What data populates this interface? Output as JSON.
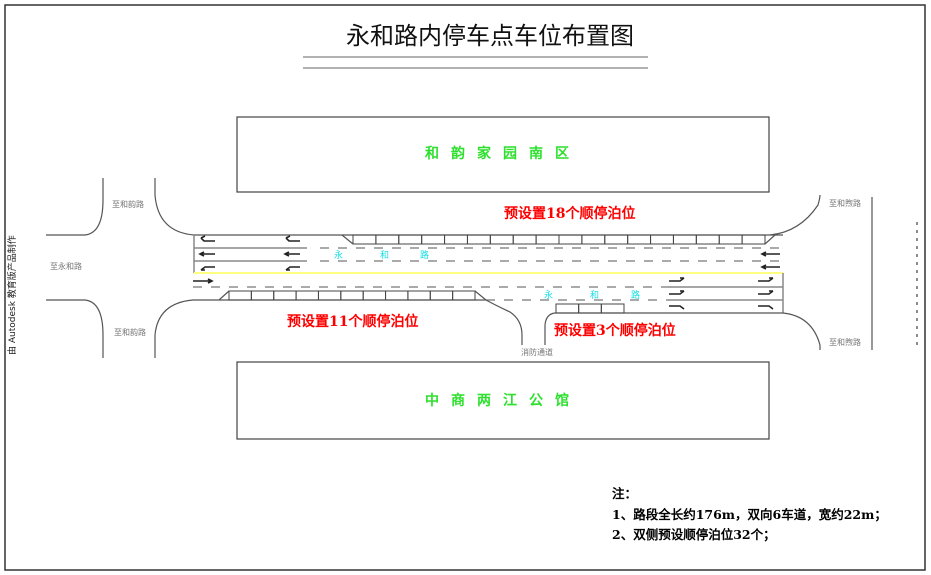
{
  "title": "永和路内停车点车位布置图",
  "buildings": {
    "north": "和韵家园南区",
    "south": "中商两江公馆"
  },
  "road_labels": {
    "to_heyun_north": "至和韵路",
    "to_heyun_south": "至和韵路",
    "to_yonghe": "至永和路",
    "to_hexu_north": "至和煦路",
    "to_hexu_south": "至和煦路",
    "fire_lane": "消防通道"
  },
  "road_name_chars": [
    "永",
    "和",
    "路"
  ],
  "parking": {
    "north_label": "预设置18个顺停泊位",
    "south_west_label": "预设置11个顺停泊位",
    "south_east_label": "预设置3个顺停泊位",
    "north_count": 18,
    "south_west_count": 11,
    "south_east_count": 3
  },
  "notes": {
    "heading": "注：",
    "items": [
      "1、路段全长约176m，双向6车道，宽约22m；",
      "2、双侧预设顺停泊位32个；"
    ]
  },
  "watermark": "由 Autodesk 教育版产品制作",
  "colors": {
    "parking_label": "#ff0000",
    "building_label": "#2ee02e",
    "road_name": "#18e0e6",
    "center_line": "#ffff80"
  }
}
